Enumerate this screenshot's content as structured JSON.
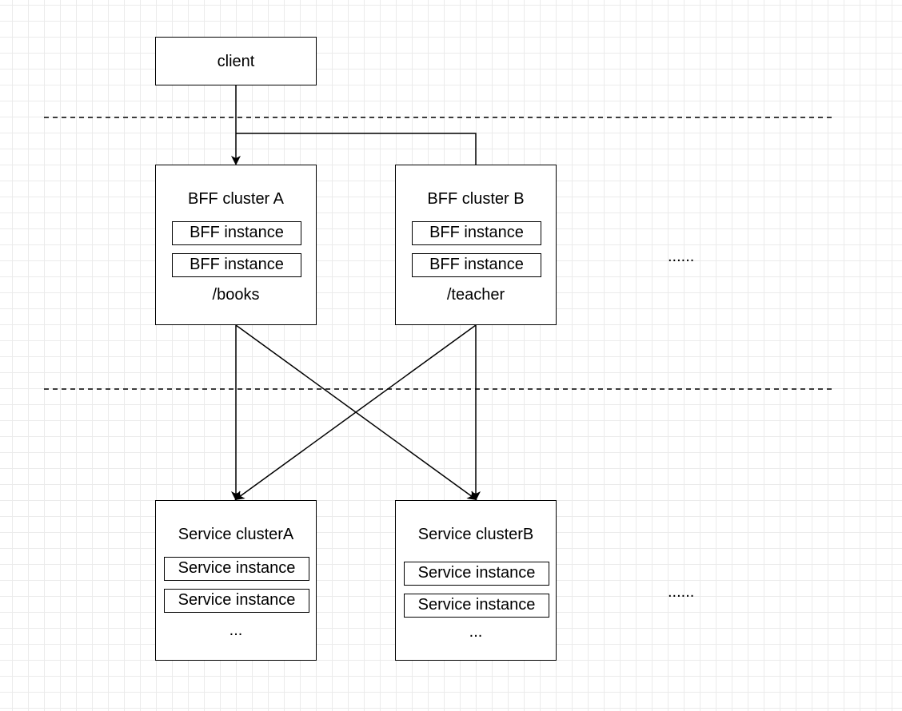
{
  "client": {
    "label": "client"
  },
  "bff": [
    {
      "title": "BFF cluster A",
      "instances": [
        "BFF instance",
        "BFF instance"
      ],
      "route": "/books"
    },
    {
      "title": "BFF cluster B",
      "instances": [
        "BFF instance",
        "BFF instance"
      ],
      "route": "/teacher"
    }
  ],
  "bff_more": "......",
  "services": [
    {
      "title": "Service clusterA",
      "instances": [
        "Service instance",
        "Service instance"
      ],
      "more": "..."
    },
    {
      "title": "Service clusterB",
      "instances": [
        "Service instance",
        "Service instance"
      ],
      "more": "..."
    }
  ],
  "services_more": "......"
}
